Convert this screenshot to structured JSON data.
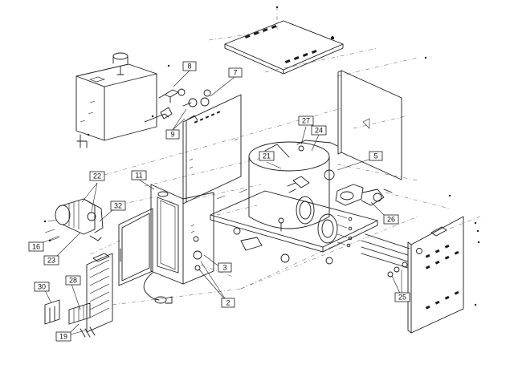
{
  "callouts": [
    {
      "id": "c8",
      "label": "8"
    },
    {
      "id": "c7",
      "label": "7"
    },
    {
      "id": "c9",
      "label": "9"
    },
    {
      "id": "c27",
      "label": "27"
    },
    {
      "id": "c24",
      "label": "24"
    },
    {
      "id": "c21",
      "label": "21"
    },
    {
      "id": "c5",
      "label": "5"
    },
    {
      "id": "c22",
      "label": "22"
    },
    {
      "id": "c11",
      "label": "11"
    },
    {
      "id": "c32",
      "label": "32"
    },
    {
      "id": "c16",
      "label": "16"
    },
    {
      "id": "c23",
      "label": "23"
    },
    {
      "id": "c26",
      "label": "26"
    },
    {
      "id": "c3",
      "label": "3"
    },
    {
      "id": "c28",
      "label": "28"
    },
    {
      "id": "c30",
      "label": "30"
    },
    {
      "id": "c2",
      "label": "2"
    },
    {
      "id": "c25",
      "label": "25"
    },
    {
      "id": "c19",
      "label": "19"
    }
  ]
}
